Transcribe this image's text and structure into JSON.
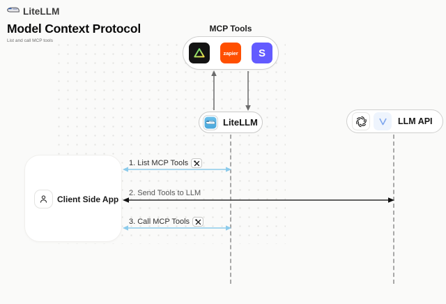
{
  "header": {
    "brand": "LiteLLM",
    "title": "Model Context Protocol",
    "subtitle": "List and call MCP tools"
  },
  "mcp_tools": {
    "label": "MCP Tools",
    "tools": [
      {
        "name": "triangle-tool",
        "bg": "#141414"
      },
      {
        "name": "zapier",
        "label": "zapier",
        "bg": "#FF4F00"
      },
      {
        "name": "stripe",
        "label": "S",
        "bg": "#635BFF"
      }
    ]
  },
  "nodes": {
    "litellm": {
      "label": "LiteLLM"
    },
    "llm_api": {
      "label": "LLM API"
    },
    "client": {
      "label": "Client Side App"
    }
  },
  "sequence": {
    "steps": [
      {
        "label": "1. List MCP Tools",
        "tool_icon": true,
        "arrow_color": "#8ccbeb",
        "from": "client",
        "to": "litellm"
      },
      {
        "label": "2. Send Tools to LLM",
        "tool_icon": false,
        "arrow_color": "#3f3f3f",
        "from": "client",
        "to": "llm_api"
      },
      {
        "label": "3. Call MCP Tools",
        "tool_icon": true,
        "arrow_color": "#8ccbeb",
        "from": "client",
        "to": "litellm"
      }
    ]
  },
  "colors": {
    "background": "#fafaf9",
    "zapier_orange": "#FF4F00",
    "stripe_purple": "#635BFF",
    "litellm_blue": "#56b3e6",
    "arrow_blue": "#8ccbeb",
    "arrow_dark": "#3f3f3f",
    "lifeline_gray": "#a8a8a8"
  }
}
